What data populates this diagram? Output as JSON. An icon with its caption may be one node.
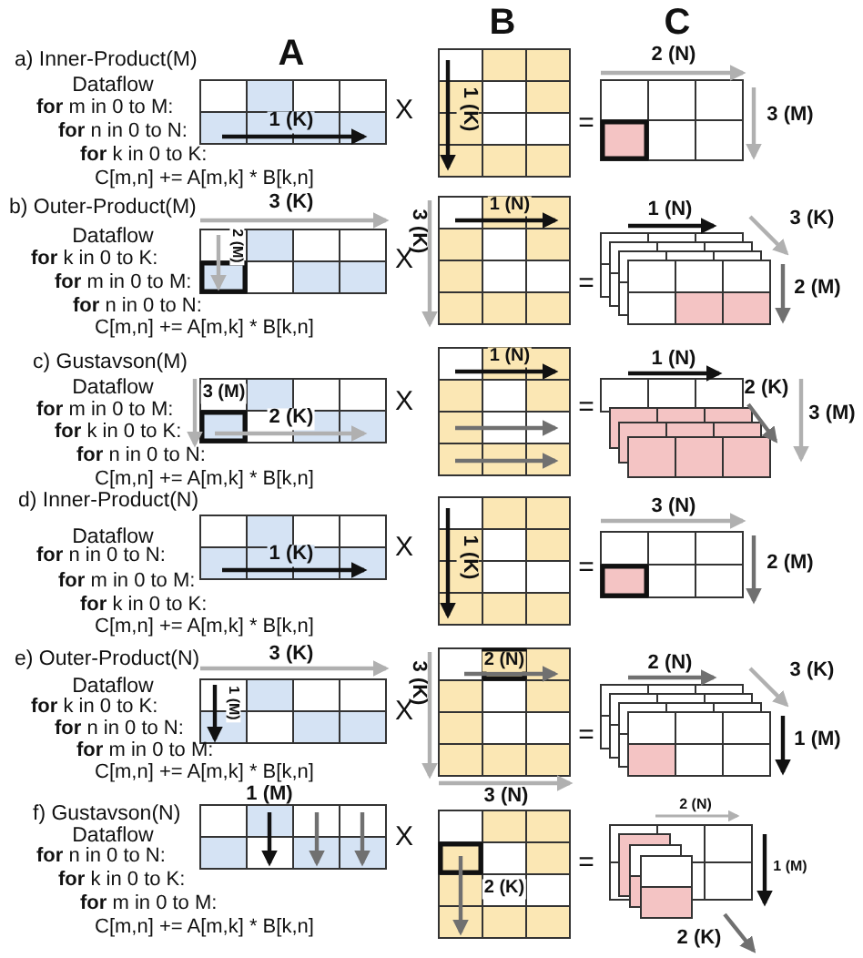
{
  "diagram": {
    "labels": [
      "A",
      "B",
      "C",
      "a) Inner-Product(M)",
      "Dataflow",
      "**for** m in 0 to M:",
      "**for** n in 0 to N:",
      "**for** k in 0 to K:",
      "C[m,n] += A[m,k] * B[k,n]",
      "1 (K)",
      "X",
      "1 (K)",
      "=",
      "2 (N)",
      "3 (M)",
      "b) Outer-Product(M)",
      "Dataflow",
      "**for** k in 0 to K:",
      "**for** m in 0 to M:",
      "**for** n in 0 to N:",
      "C[m,n] += A[m,k] * B[k,n]",
      "3 (K)",
      "2 (M)",
      "X",
      "3 (K)",
      "1 (N)",
      "=",
      "1 (N)",
      "3 (K)",
      "2 (M)",
      "c) Gustavson(M)",
      "Dataflow",
      "**for** m in 0 to M:",
      "**for** k in 0 to K:",
      "**for** n in 0 to N:",
      "C[m,n] += A[m,k] * B[k,n]",
      "3 (M)",
      "2 (K)",
      "X",
      "1 (N)",
      "=",
      "1 (N)",
      "2 (K)",
      "3 (M)",
      "d) Inner-Product(N)",
      "Dataflow",
      "**for** n in 0 to N:",
      "**for** m in 0 to M:",
      "**for** k in 0 to K:",
      "C[m,n] += A[m,k] * B[k,n]",
      "1 (K)",
      "X",
      "1 (K)",
      "=",
      "3 (N)",
      "2 (M)",
      "e) Outer-Product(N)",
      "Dataflow",
      "**for** k in 0 to K:",
      "**for** n in 0 to N:",
      "**for** m in 0 to M:",
      "C[m,n] += A[m,k] * B[k,n]",
      "3 (K)",
      "1 (M)",
      "X",
      "3 (K)",
      "2 (N)",
      "=",
      "2 (N)",
      "3 (K)",
      "1 (M)",
      "f) Gustavson(N)",
      "Dataflow",
      "**for** n in 0 to N:",
      "**for** k in 0 to K:",
      "**for** m in 0 to M:",
      "C[m,n] += A[m,k] * B[k,n]",
      "1 (M)",
      "X",
      "3 (N)",
      "2 (K)",
      "=",
      "2 (N)",
      "1 (M)",
      "2 (K)"
    ]
  }
}
